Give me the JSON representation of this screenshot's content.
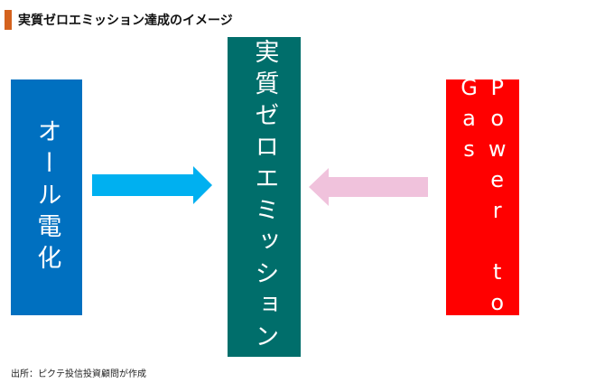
{
  "title": "実質ゼロエミッション達成のイメージ",
  "left_box": {
    "label": "オール電化",
    "color": "#0070c0"
  },
  "center_box": {
    "label": "実質ゼロエミッション",
    "color": "#006e6b"
  },
  "right_box": {
    "label": "Power to\nGas",
    "color": "#ff0000"
  },
  "arrows": {
    "left_color": "#00b0f0",
    "right_color": "#f0c2dc"
  },
  "footer": "出所：ピクテ投信投資顧問が作成"
}
